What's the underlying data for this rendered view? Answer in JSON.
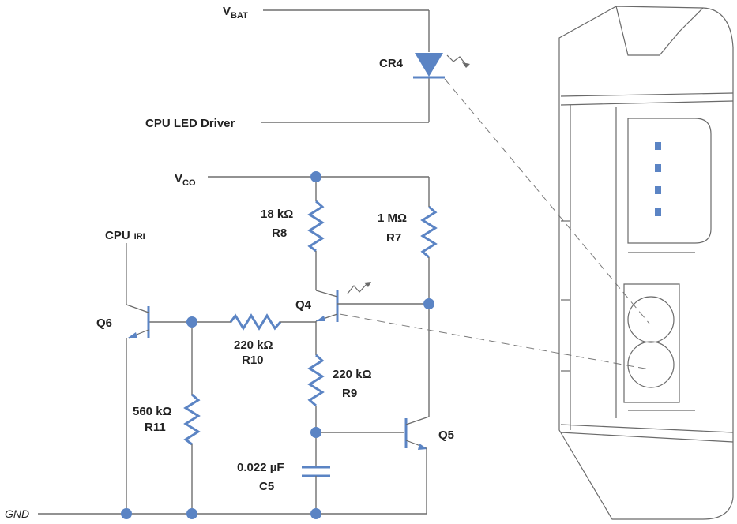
{
  "labels": {
    "vbat": "V",
    "vbat_sub": "BAT",
    "cr4": "CR4",
    "cpu_led_driver": "CPU LED Driver",
    "vco": "V",
    "vco_sub": "CO",
    "cpu_iri": "CPU",
    "cpu_iri_sub": "IRI",
    "r8_value": "18 kΩ",
    "r8": "R8",
    "r7_value": "1 MΩ",
    "r7": "R7",
    "q4": "Q4",
    "q6": "Q6",
    "r10_value": "220 kΩ",
    "r10": "R10",
    "r9_value": "220 kΩ",
    "r9": "R9",
    "r11_value": "560 kΩ",
    "r11": "R11",
    "q5": "Q5",
    "c5_value": "0.022 µF",
    "c5": "C5",
    "gnd": "GND"
  },
  "colors": {
    "component_blue": "#5b84c4",
    "wire_gray": "#6f6f6f"
  }
}
